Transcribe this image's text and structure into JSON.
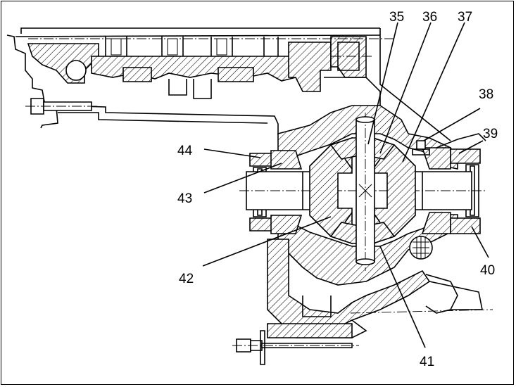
{
  "callouts": [
    {
      "id": "c35",
      "label": "35"
    },
    {
      "id": "c36",
      "label": "36"
    },
    {
      "id": "c37",
      "label": "37"
    },
    {
      "id": "c38",
      "label": "38"
    },
    {
      "id": "c39",
      "label": "39"
    },
    {
      "id": "c40",
      "label": "40"
    },
    {
      "id": "c41",
      "label": "41"
    },
    {
      "id": "c42",
      "label": "42"
    },
    {
      "id": "c43",
      "label": "43"
    },
    {
      "id": "c44",
      "label": "44"
    }
  ]
}
